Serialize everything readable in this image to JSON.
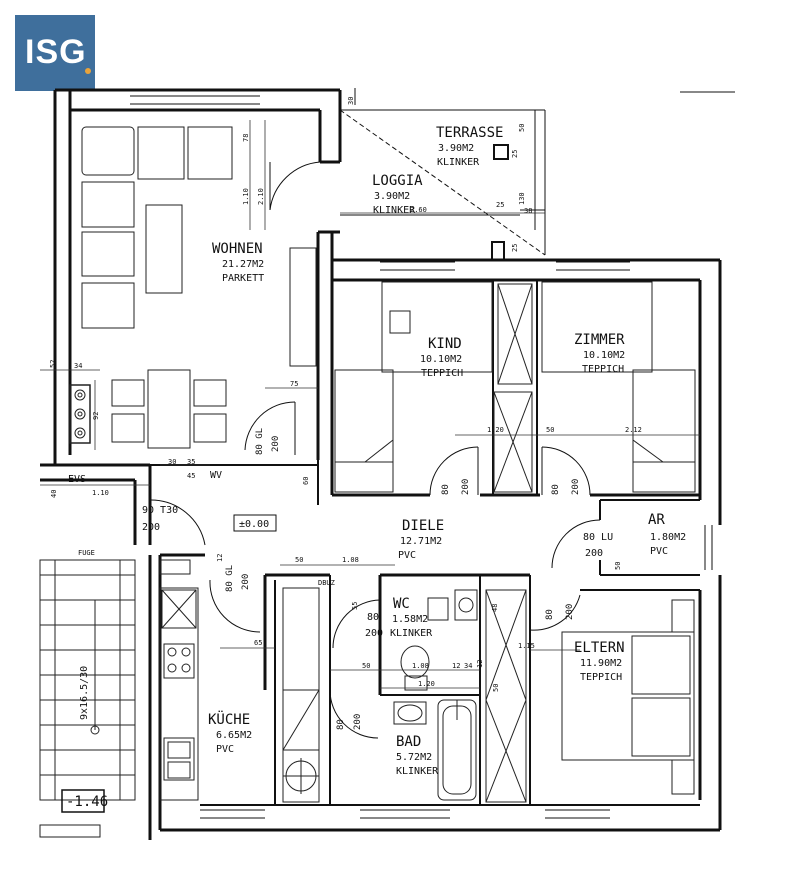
{
  "logo": {
    "text": "ISG"
  },
  "rooms": [
    {
      "id": "terrasse",
      "name": "TERRASSE",
      "area": "3.90M2",
      "floor": "KLINKER"
    },
    {
      "id": "loggia",
      "name": "LOGGIA",
      "area": "3.90M2",
      "floor": "KLINKER"
    },
    {
      "id": "wohnen",
      "name": "WOHNEN",
      "area": "21.27M2",
      "floor": "PARKETT"
    },
    {
      "id": "kind",
      "name": "KIND",
      "area": "10.10M2",
      "floor": "TEPPICH"
    },
    {
      "id": "zimmer",
      "name": "ZIMMER",
      "area": "10.10M2",
      "floor": "TEPPICH"
    },
    {
      "id": "diele",
      "name": "DIELE",
      "area": "12.71M2",
      "floor": "PVC"
    },
    {
      "id": "ar",
      "name": "AR",
      "area": "1.80M2",
      "floor": "PVC"
    },
    {
      "id": "wc",
      "name": "WC",
      "area": "1.58M2",
      "floor": "KLINKER"
    },
    {
      "id": "eltern",
      "name": "ELTERN",
      "area": "11.90M2",
      "floor": "TEPPICH"
    },
    {
      "id": "kuche",
      "name": "KÜCHE",
      "area": "6.65M2",
      "floor": "PVC"
    },
    {
      "id": "bad",
      "name": "BAD",
      "area": "5.72M2",
      "floor": "KLINKER"
    }
  ],
  "doors": {
    "wohnen": {
      "w": "80 GL",
      "h": "200"
    },
    "kind": {
      "w": "80",
      "h": "200"
    },
    "zimmer": {
      "w": "80",
      "h": "200"
    },
    "entry": {
      "w": "90 T30",
      "h": "200"
    },
    "ar": {
      "w": "80 LU",
      "h": "200"
    },
    "kuche": {
      "w": "80 GL",
      "h": "200"
    },
    "wc": {
      "w": "80",
      "h": "200"
    },
    "eltern": {
      "w": "80",
      "h": "200"
    },
    "bad": {
      "w": "80",
      "h": "200"
    }
  },
  "annotations": {
    "level": "±0.00",
    "stair_level": "-1.46",
    "stair": "9x16.5/30",
    "stair_note": "FUGE",
    "evs": "EVS",
    "wv": "WV",
    "dbuz": "DBUZ"
  },
  "dims": {
    "d30": "30",
    "d50a": "50",
    "d130": "130",
    "d25a": "25",
    "d25b": "25",
    "d25c": "25",
    "d38": "38",
    "d78": "78",
    "d110": "1.10",
    "d210": "2.10",
    "d260": "2.60",
    "d52": "52",
    "d34": "34",
    "d92": "92",
    "d75": "75",
    "d120": "1.20",
    "d50b": "50",
    "d212": "2.12",
    "d60": "60",
    "d30b": "30",
    "d35": "35",
    "d45": "45",
    "d40": "40",
    "d110b": "1.10",
    "d50c": "50",
    "d108": "1.08",
    "d12": "12",
    "d50d": "50",
    "d55": "55",
    "d48": "48",
    "d115": "1.15",
    "d65": "65",
    "d50e": "50",
    "d108b": "1.08",
    "d12b": "12",
    "d34b": "34",
    "d12c": "12",
    "d120b": "1.20",
    "d50f": "50"
  }
}
